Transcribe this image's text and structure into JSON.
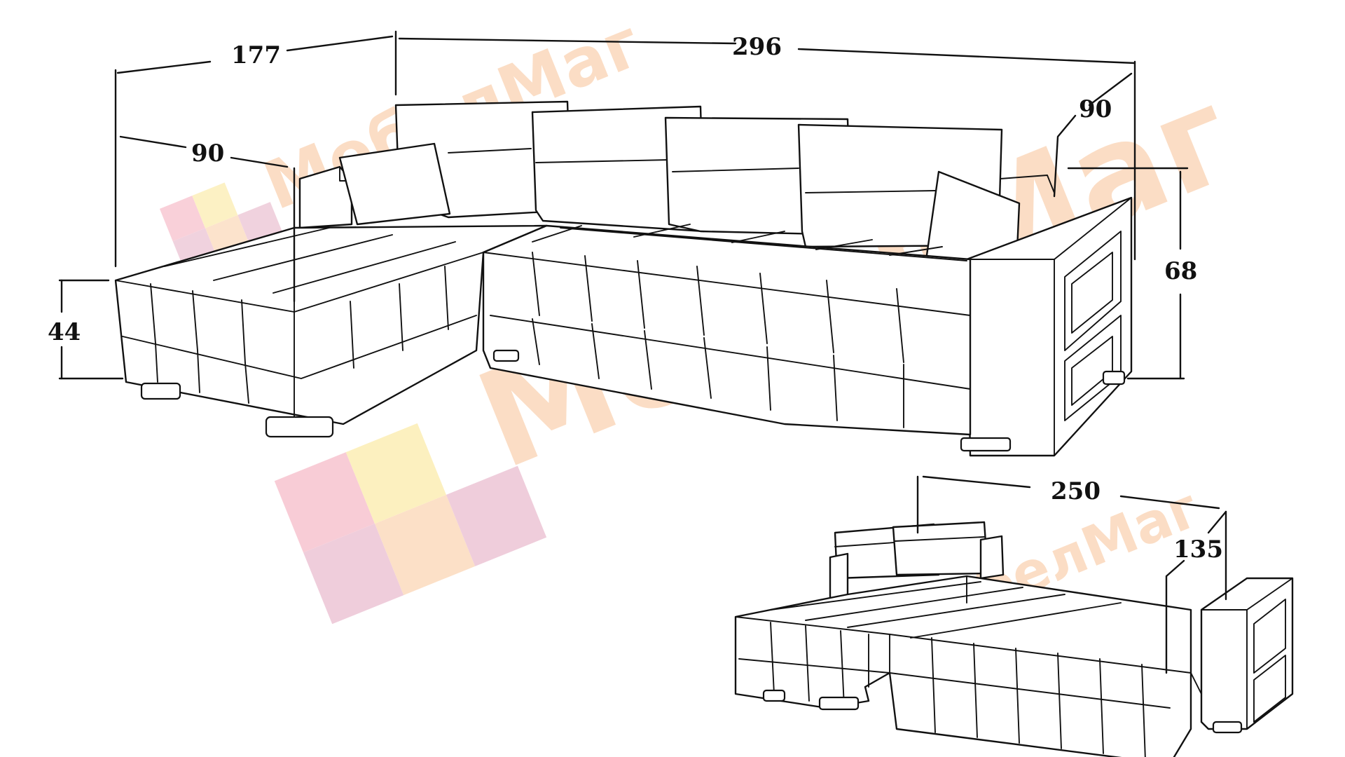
{
  "watermark": {
    "brand": "МебелМаг",
    "colors": {
      "text": "#f9c89f",
      "pink": "#f4a3b5",
      "yellow": "#fbe48b",
      "peach": "#fbc89b",
      "mauve": "#e2a6be"
    }
  },
  "corner_sofa": {
    "dimensions": {
      "chaise_depth": "177",
      "total_length": "296",
      "chaise_width": "90",
      "seat_depth": "90",
      "seat_height": "44",
      "back_height": "68"
    }
  },
  "sleeping_area": {
    "dimensions": {
      "length": "250",
      "width": "135"
    }
  }
}
